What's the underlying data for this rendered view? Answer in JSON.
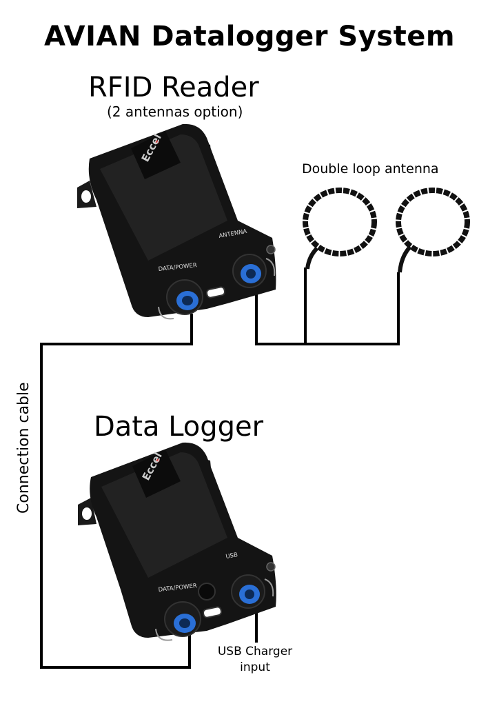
{
  "title": "AVIAN Datalogger System",
  "rfid_reader": {
    "title": "RFID Reader",
    "subtitle": "(2 antennas option)",
    "brand": "Eccel",
    "port_left": "DATA/POWER",
    "port_right": "ANTENNA"
  },
  "antenna": {
    "label": "Double loop antenna"
  },
  "data_logger": {
    "title": "Data Logger",
    "brand": "Eccel",
    "port_left": "DATA/POWER",
    "port_right": "USB"
  },
  "cable": {
    "label": "Connection cable"
  },
  "usb_charger": {
    "line1": "USB Charger",
    "line2": "input"
  },
  "colors": {
    "device": "#141414",
    "connector": "#2a6fd6",
    "wire": "#000000"
  }
}
